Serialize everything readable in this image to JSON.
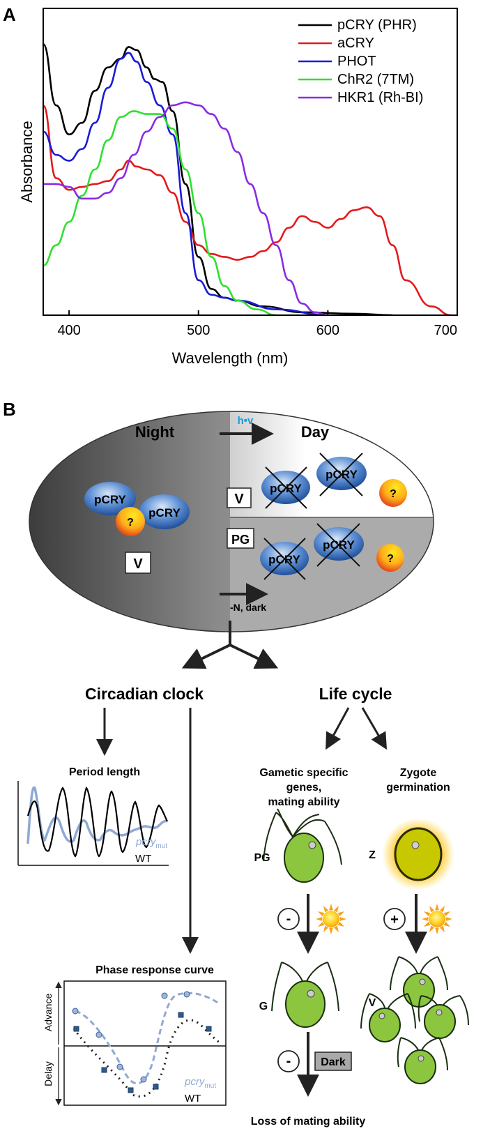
{
  "panel_a": {
    "label": "A",
    "chart_data": {
      "type": "line",
      "xlabel": "Wavelength (nm)",
      "ylabel": "Absorbance",
      "xlim": [
        380,
        700
      ],
      "ylim": [
        0,
        1
      ],
      "xticks": [
        400,
        500,
        600,
        700
      ],
      "x_tick_labels": [
        "400",
        "500",
        "600",
        "700"
      ],
      "grid": false,
      "legend_position": "top-right",
      "series": [
        {
          "name": "pCRY (PHR)",
          "color": "#000000",
          "x": [
            380,
            390,
            400,
            410,
            420,
            430,
            440,
            446,
            452,
            460,
            466,
            472,
            480,
            490,
            500,
            510,
            520,
            530,
            550,
            580,
            620,
            650
          ],
          "y": [
            0.93,
            0.72,
            0.62,
            0.66,
            0.77,
            0.85,
            0.88,
            0.92,
            0.91,
            0.85,
            0.81,
            0.8,
            0.7,
            0.45,
            0.2,
            0.09,
            0.06,
            0.05,
            0.03,
            0.01,
            0.005,
            0.0
          ]
        },
        {
          "name": "aCRY",
          "color": "#e31a1c",
          "x": [
            380,
            390,
            400,
            410,
            420,
            430,
            440,
            446,
            452,
            460,
            470,
            480,
            490,
            500,
            510,
            520,
            530,
            540,
            550,
            560,
            570,
            580,
            590,
            600,
            610,
            620,
            630,
            640,
            650,
            660,
            680,
            695
          ],
          "y": [
            0.72,
            0.47,
            0.43,
            0.44,
            0.45,
            0.46,
            0.5,
            0.53,
            0.51,
            0.5,
            0.48,
            0.42,
            0.32,
            0.24,
            0.21,
            0.2,
            0.19,
            0.2,
            0.22,
            0.25,
            0.3,
            0.34,
            0.32,
            0.3,
            0.33,
            0.36,
            0.37,
            0.34,
            0.24,
            0.12,
            0.03,
            0.0
          ]
        },
        {
          "name": "PHOT",
          "color": "#1a1ad6",
          "x": [
            380,
            390,
            400,
            410,
            420,
            430,
            440,
            446,
            452,
            460,
            470,
            480,
            490,
            500,
            510,
            520,
            530,
            560,
            600
          ],
          "y": [
            0.63,
            0.55,
            0.53,
            0.57,
            0.66,
            0.78,
            0.88,
            0.9,
            0.87,
            0.8,
            0.72,
            0.62,
            0.35,
            0.12,
            0.07,
            0.06,
            0.05,
            0.02,
            0.0
          ]
        },
        {
          "name": "ChR2 (7TM)",
          "color": "#2ee02e",
          "x": [
            380,
            390,
            400,
            410,
            420,
            430,
            440,
            450,
            460,
            470,
            480,
            490,
            500,
            510,
            520,
            530,
            545,
            560
          ],
          "y": [
            0.17,
            0.24,
            0.32,
            0.41,
            0.5,
            0.6,
            0.68,
            0.7,
            0.69,
            0.69,
            0.64,
            0.5,
            0.35,
            0.2,
            0.1,
            0.05,
            0.02,
            0.0
          ]
        },
        {
          "name": "HKR1 (Rh-BI)",
          "color": "#8a2be2",
          "x": [
            380,
            390,
            400,
            410,
            420,
            430,
            440,
            450,
            460,
            470,
            480,
            490,
            500,
            510,
            520,
            530,
            540,
            550,
            560,
            570,
            580,
            590,
            600
          ],
          "y": [
            0.45,
            0.45,
            0.44,
            0.4,
            0.4,
            0.42,
            0.47,
            0.55,
            0.63,
            0.68,
            0.72,
            0.73,
            0.72,
            0.69,
            0.64,
            0.56,
            0.45,
            0.35,
            0.24,
            0.12,
            0.04,
            0.01,
            0.0
          ]
        }
      ]
    }
  },
  "panel_b": {
    "label": "B",
    "night": "Night",
    "day": "Day",
    "hv": "h•v",
    "n_dark": "-N, dark",
    "v": "V",
    "pg": "PG",
    "pcry": "pCRY",
    "question": "?",
    "circadian_clock": "Circadian clock",
    "life_cycle": "Life cycle",
    "period_length": "Period length",
    "phase_response_curve": "Phase response curve",
    "gametic_line1": "Gametic specific",
    "gametic_line2": "genes,",
    "gametic_line3": "mating ability",
    "zygote_line1": "Zygote",
    "zygote_line2": "germination",
    "pg_label": "PG",
    "z_label": "Z",
    "g_label": "G",
    "v_label": "V",
    "minus": "-",
    "plus": "+",
    "dark": "Dark",
    "loss": "Loss of mating ability",
    "pcry_mut": "pcry",
    "mut_sub": "mut",
    "wt": "WT",
    "advance": "Advance",
    "delay": "Delay",
    "colors": {
      "mutant": "#8fa9d4",
      "wt": "#000000",
      "sun": "#ffd21f",
      "cell": "#8cc63f",
      "protein": "#3b74c2"
    }
  }
}
